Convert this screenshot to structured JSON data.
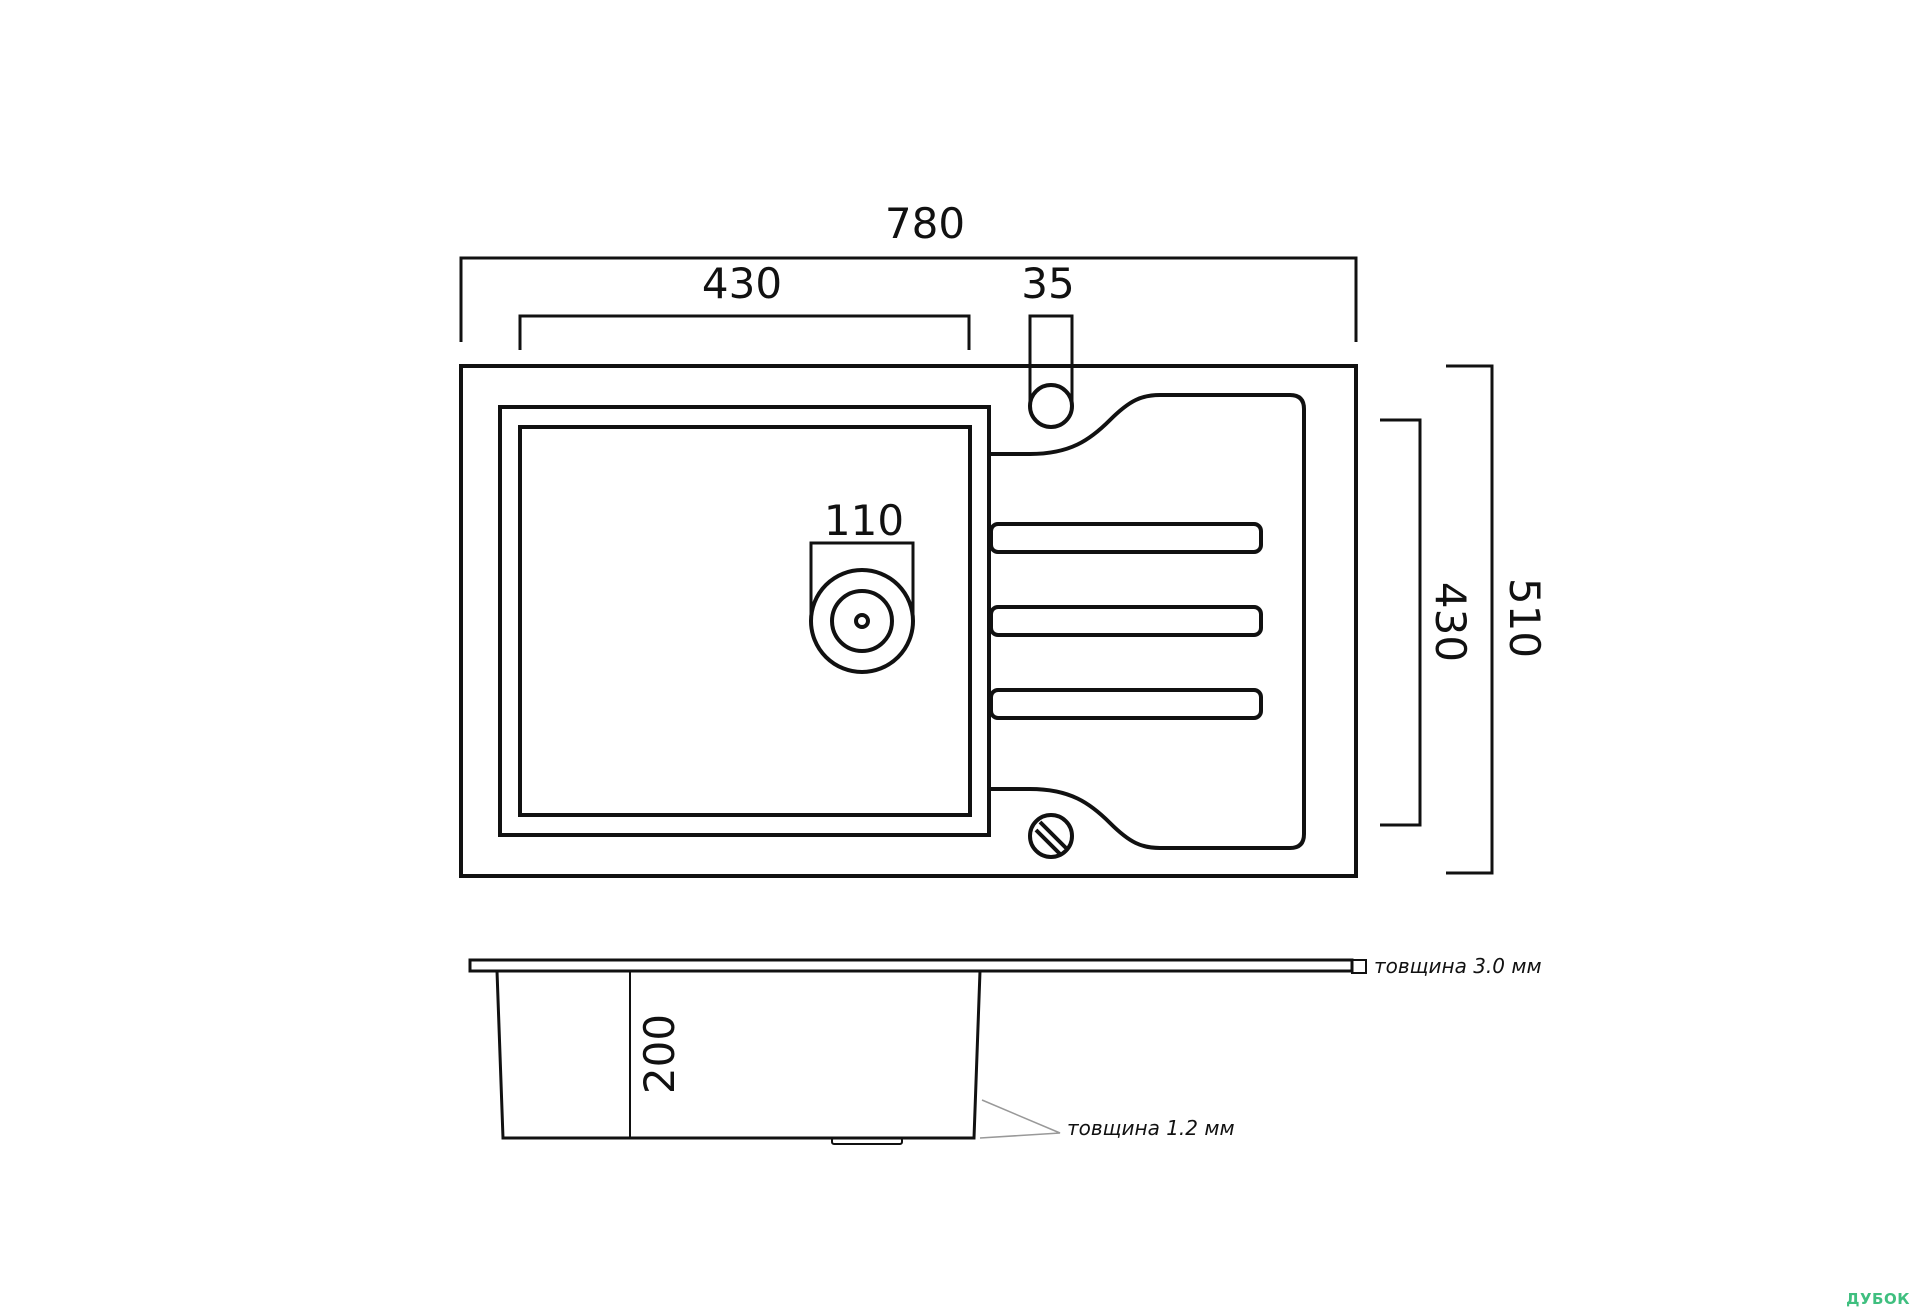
{
  "dimensions": {
    "overall_width": "780",
    "bowl_width": "430",
    "tap_hole": "35",
    "drain": "110",
    "bowl_depth_plan": "430",
    "overall_depth": "510",
    "bowl_height": "200"
  },
  "notes": {
    "top_thickness": "товщина 3.0 мм",
    "bowl_thickness": "товщина 1.2 мм"
  },
  "watermark": "ДУБОК"
}
